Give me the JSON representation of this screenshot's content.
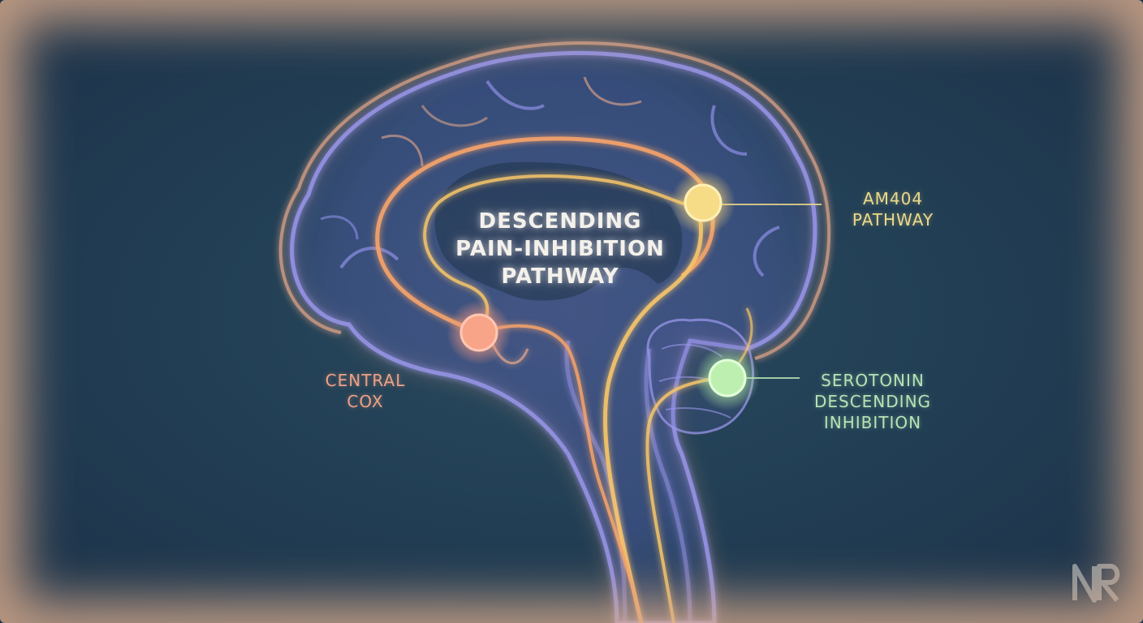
{
  "title": {
    "line1": "DESCENDING",
    "line2": "PAIN-INHIBITION",
    "line3": "PATHWAY"
  },
  "nodes": {
    "am404": {
      "line1": "AM404",
      "line2": "PATHWAY",
      "color": "#f3d27a"
    },
    "cox": {
      "line1": "CENTRAL",
      "line2": "COX",
      "color": "#f59a7f"
    },
    "serotonin": {
      "line1": "SEROTONIN",
      "line2": "DESCENDING",
      "line3": "INHIBITION",
      "color": "#b3eaa8"
    }
  },
  "colors": {
    "background": "#223f55",
    "frame": "#d6aa8c",
    "brain_outline": "#8f8fe6",
    "pathway": "#f6b96a",
    "outer_glow": "#e7a98c"
  },
  "logo": {
    "text": "NR"
  }
}
